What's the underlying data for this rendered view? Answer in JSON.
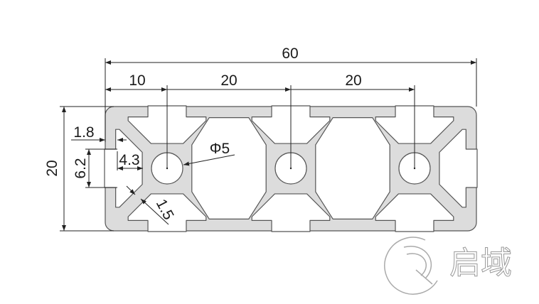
{
  "drawing": {
    "dimensions": {
      "overall_width": "60",
      "pitch_first": "10",
      "pitch_second": "20",
      "pitch_third": "20",
      "height": "20",
      "wall": "1.8",
      "slot_opening": "6.2",
      "slot_depth": "4.3",
      "hole": "Φ5",
      "web": "1.5"
    },
    "colors": {
      "profile_fill": "#dcdcdc",
      "profile_stroke": "#555555",
      "text": "#1a1a1a"
    }
  },
  "logo": {
    "text": "启域",
    "icon": "q-swirl-logo-icon"
  }
}
